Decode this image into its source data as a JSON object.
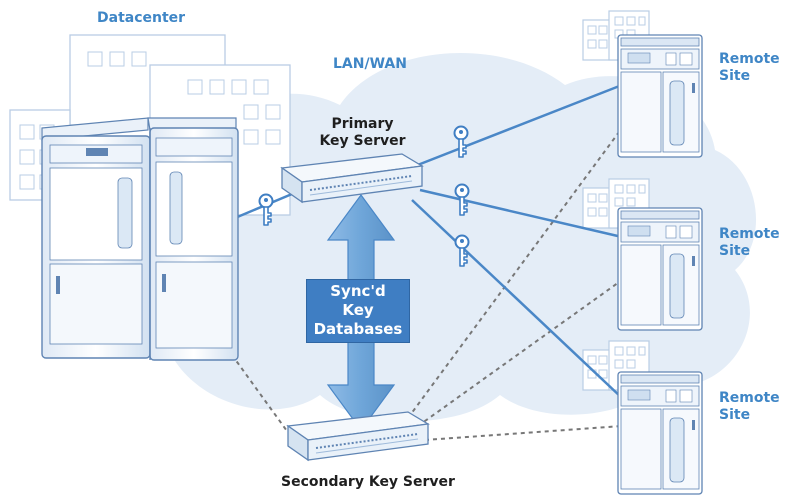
{
  "labels": {
    "datacenter": "Datacenter",
    "lan_wan": "LAN/WAN",
    "primary_line1": "Primary",
    "primary_line2": "Key Server",
    "secondary": "Secondary Key Server",
    "remote_site_1_line1": "Remote",
    "remote_site_1_line2": "Site",
    "remote_site_2_line1": "Remote",
    "remote_site_2_line2": "Site",
    "remote_site_3_line1": "Remote",
    "remote_site_3_line2": "Site",
    "sync_line1": "Sync'd",
    "sync_line2": "Key",
    "sync_line3": "Databases"
  },
  "colors": {
    "accent_blue": "#3f86c6",
    "cloud": "#e4edf7",
    "connection_line": "#4a87c7",
    "backup_link": "#777777",
    "sync_box": "#3f7ec3",
    "sync_arrow": "#6fa6d9"
  },
  "icons": [
    "building-icon",
    "tape-library-icon",
    "server-icon",
    "key-icon",
    "double-arrow-icon"
  ]
}
